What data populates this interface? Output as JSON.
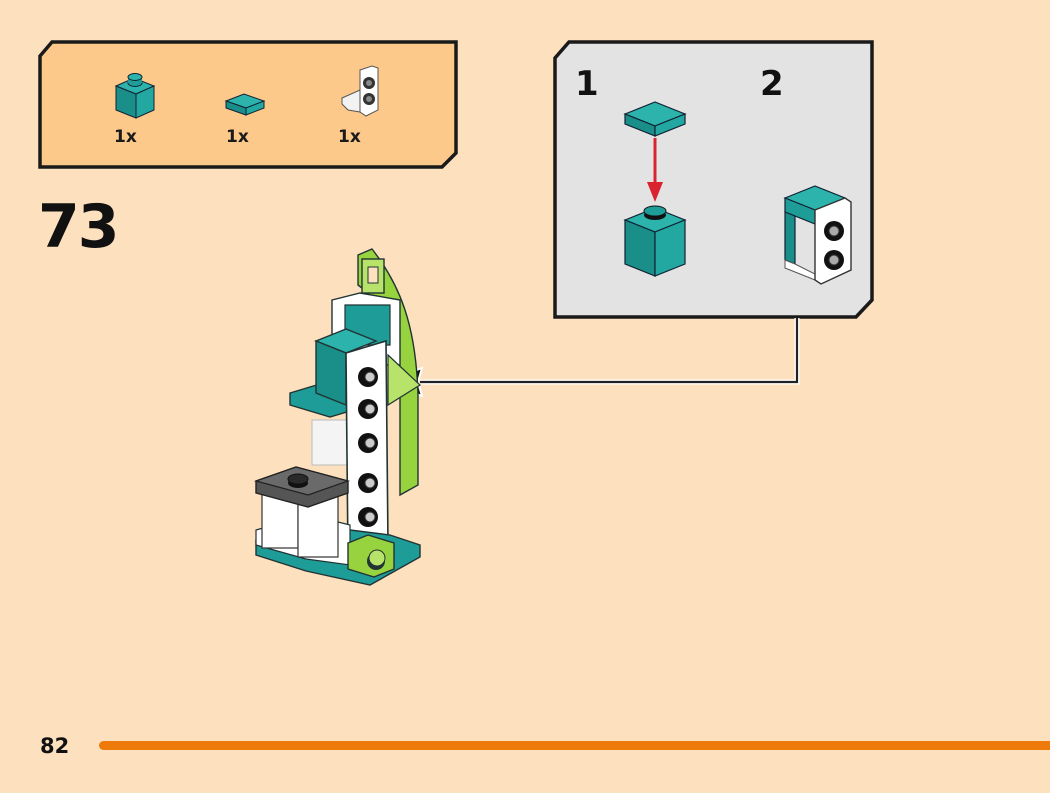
{
  "page": {
    "number": "82",
    "step_number": "73",
    "background_color": "#fde0bd",
    "progress_bar_color": "#ef7a0c"
  },
  "parts_list": {
    "background_color": "#fdc98a",
    "items": [
      {
        "name": "1x1 brick",
        "color": "teal",
        "quantity": "1x"
      },
      {
        "name": "1x1 tile",
        "color": "teal",
        "quantity": "1x"
      },
      {
        "name": "1x1 bracket with 2 studs on side",
        "color": "white",
        "quantity": "1x"
      }
    ]
  },
  "sub_assembly": {
    "background_color": "#e3e3e3",
    "steps": [
      {
        "number": "1",
        "description": "Place teal tile on teal 1x1 brick"
      },
      {
        "number": "2",
        "description": "Attach white bracket with studs to side"
      }
    ]
  },
  "colors": {
    "teal": "#1e9d98",
    "lime": "#97d23f",
    "white": "#ffffff",
    "dark_gray": "#555555",
    "arrow_red": "#d92430"
  }
}
